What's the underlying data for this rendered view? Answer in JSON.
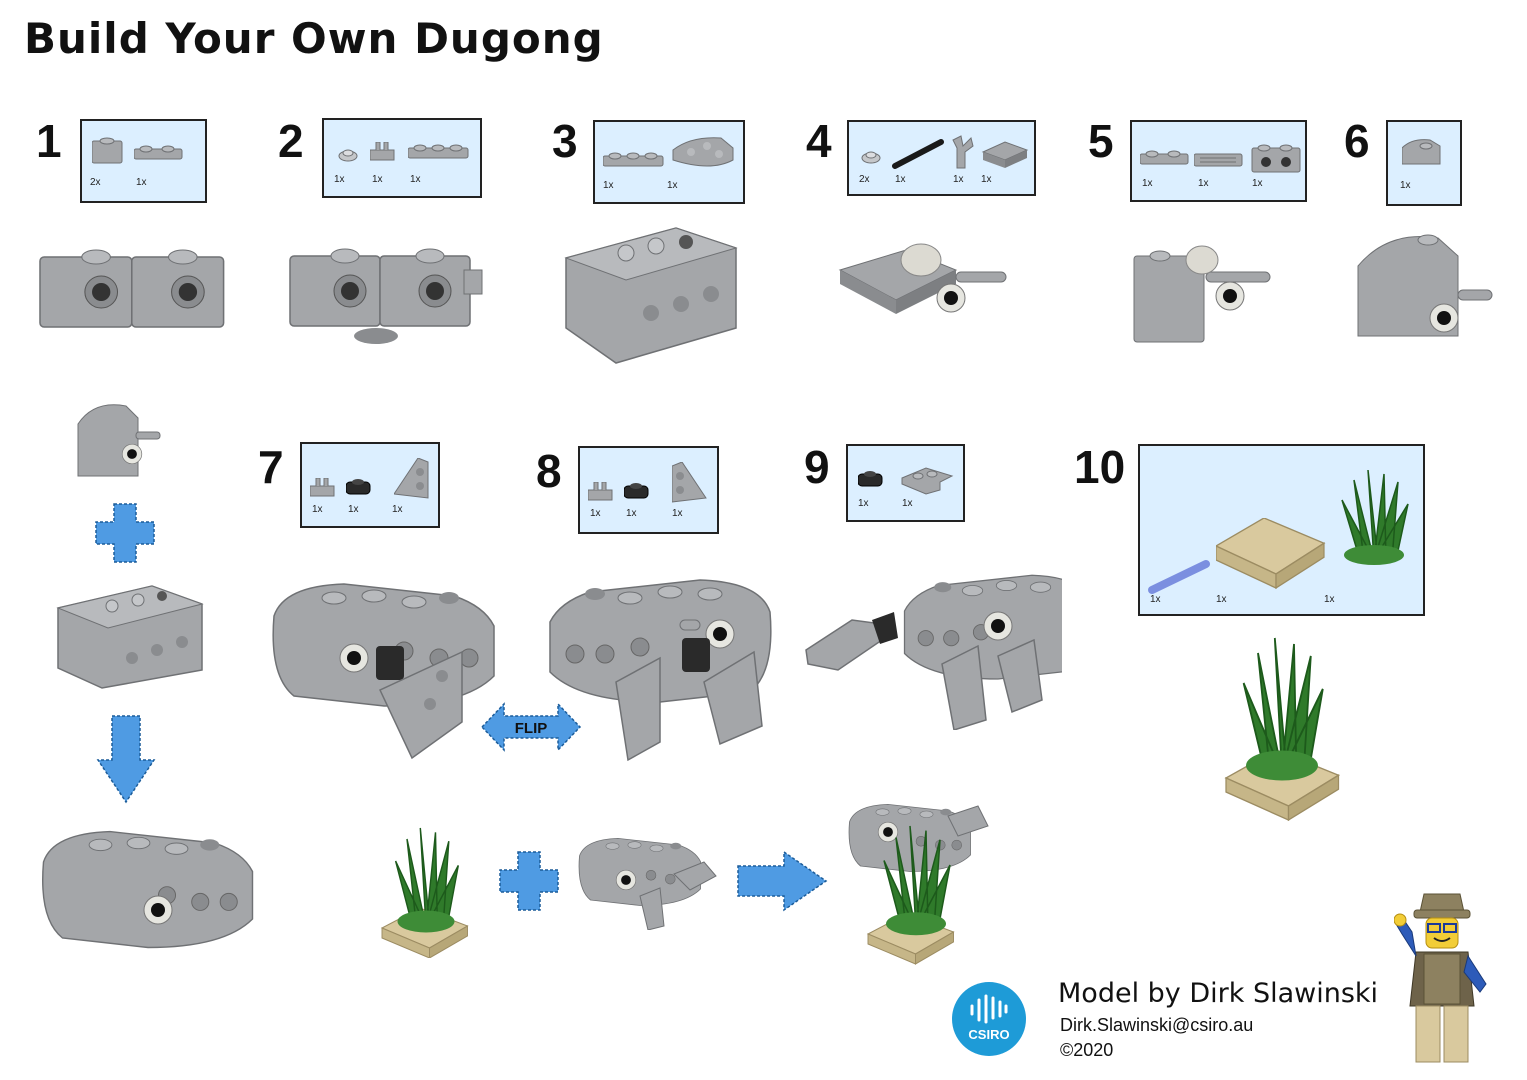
{
  "title": "Build Your Own Dugong",
  "steps": [
    {
      "num": "1",
      "qty": [
        "2x",
        "1x"
      ]
    },
    {
      "num": "2",
      "qty": [
        "1x",
        "1x",
        "1x"
      ]
    },
    {
      "num": "3",
      "qty": [
        "1x",
        "1x"
      ]
    },
    {
      "num": "4",
      "qty": [
        "2x",
        "1x",
        "1x",
        "1x"
      ]
    },
    {
      "num": "5",
      "qty": [
        "1x",
        "1x",
        "1x"
      ]
    },
    {
      "num": "6",
      "qty": [
        "1x"
      ]
    },
    {
      "num": "7",
      "qty": [
        "1x",
        "1x",
        "1x"
      ]
    },
    {
      "num": "8",
      "qty": [
        "1x",
        "1x",
        "1x"
      ]
    },
    {
      "num": "9",
      "qty": [
        "1x",
        "1x"
      ]
    },
    {
      "num": "10",
      "qty": [
        "1x",
        "1x",
        "1x"
      ]
    }
  ],
  "flip_label": "FLIP",
  "credit": {
    "name": "Model by Dirk Slawinski",
    "email": "Dirk.Slawinski@csiro.au",
    "copyright": "©2020"
  },
  "logo_text": "CSIRO",
  "colors": {
    "brick_gray": "#a4a6a9",
    "brick_dark": "#7d7f82",
    "box_bg": "#dcefff",
    "arrow_blue": "#4f9be3",
    "plant_green": "#2f7a2a",
    "tan": "#d9c99e",
    "logo_blue": "#1e9bd7"
  }
}
